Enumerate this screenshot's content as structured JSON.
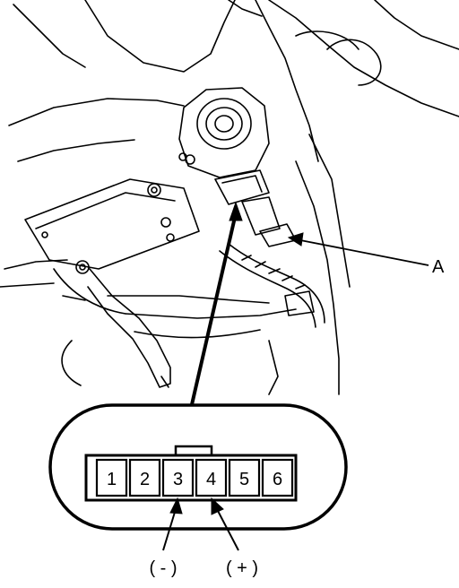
{
  "callout": {
    "label": "A"
  },
  "connector": {
    "pins": [
      "1",
      "2",
      "3",
      "4",
      "5",
      "6"
    ]
  },
  "probes": {
    "negative": "( - )",
    "positive": "( + )"
  }
}
